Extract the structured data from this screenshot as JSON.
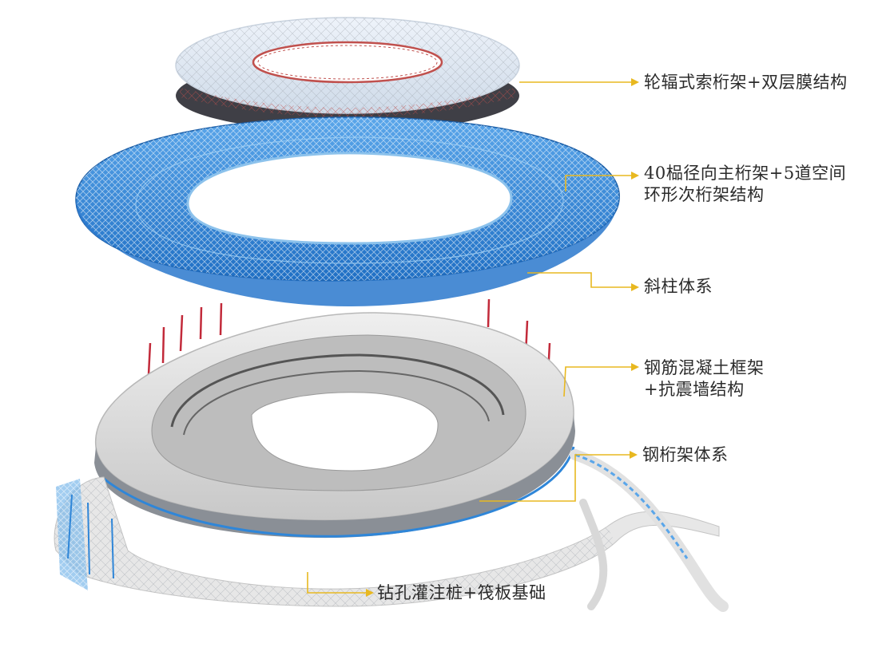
{
  "labels": {
    "roof": [
      "轮辐式索桁架+双层膜结构"
    ],
    "main_truss": [
      "40榀径向主桁架+5道空间",
      "环形次桁架结构"
    ],
    "columns": [
      "斜柱体系"
    ],
    "concrete": [
      "钢筋混凝土框架",
      "+抗震墙结构"
    ],
    "steel_truss": [
      "钢桁架体系"
    ],
    "foundation": [
      "钻孔灌注桩+筏板基础"
    ]
  },
  "colors": {
    "leader": "#e8b820",
    "steel_blue": "#2f86d8",
    "light_blue": "#8cc2ec",
    "column_red": "#c22a3a",
    "concrete": "#dcdcdc",
    "dark_band": "#4a4a52",
    "text": "#2a2a2a"
  }
}
